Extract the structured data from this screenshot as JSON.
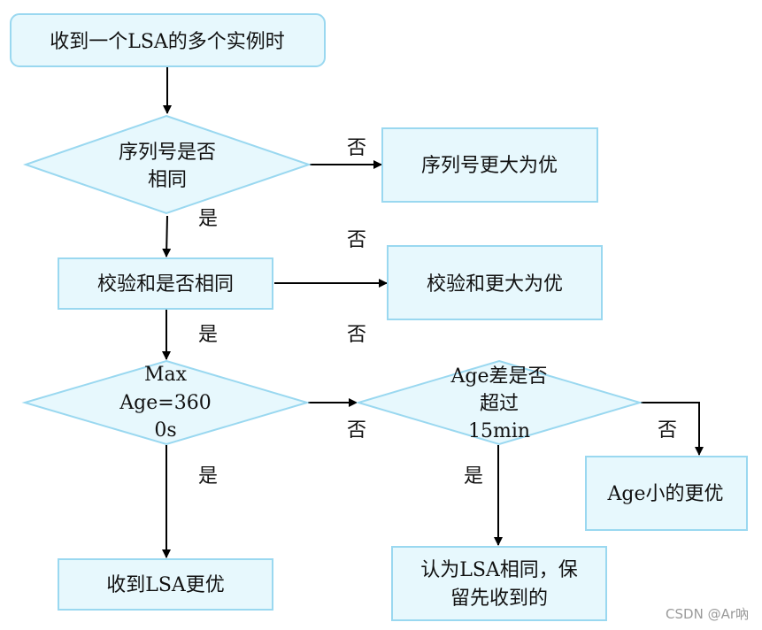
{
  "colors": {
    "fill": "#e7f8fd",
    "stroke": "#9ad8f0",
    "line": "#000000"
  },
  "nodes": {
    "start": "收到一个LSA的多个实例时",
    "seq_decision": [
      "序列号是否",
      "相同"
    ],
    "seq_result": "序列号更大为优",
    "checksum_decision": "校验和是否相同",
    "checksum_result": "校验和更大为优",
    "maxage_decision": [
      "Max",
      "Age=360",
      "0s"
    ],
    "agediff_decision": [
      "Age差是否",
      "超过",
      "15min"
    ],
    "maxage_result": "收到LSA更优",
    "same_result": [
      "认为LSA相同，保",
      "留先收到的"
    ],
    "age_result": "Age小的更优"
  },
  "labels": {
    "yes": "是",
    "no": "否"
  },
  "watermark": "CSDN @Ar吶"
}
